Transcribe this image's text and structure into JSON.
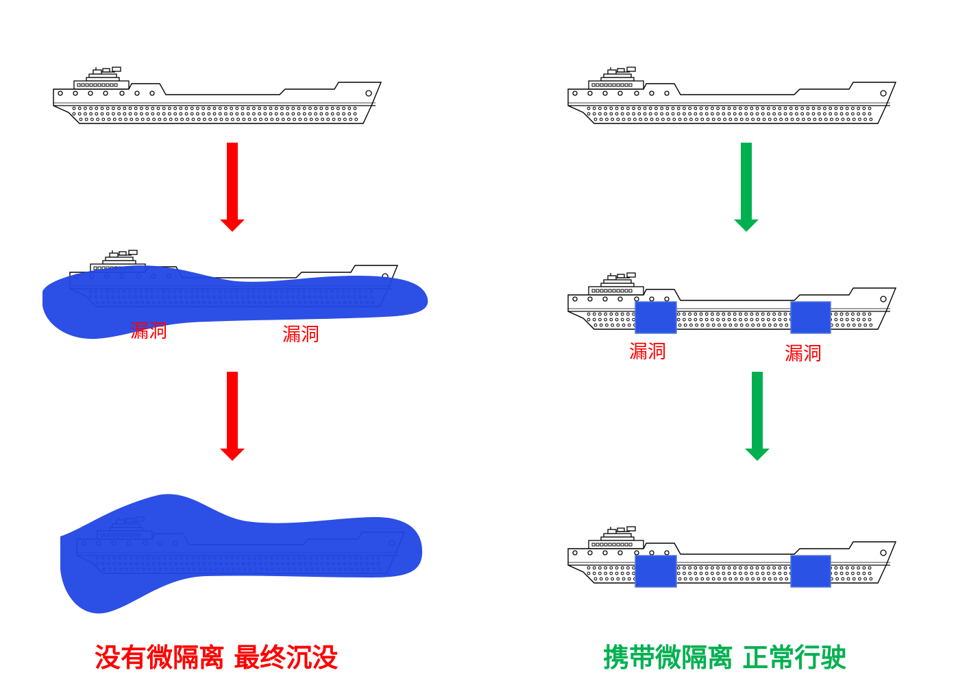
{
  "colors": {
    "fail": "#ff0000",
    "success": "#00b050",
    "water": "#2146e4",
    "compartment": "#2a53e6",
    "ship_line": "#000000",
    "label_red": "#ff0000"
  },
  "left": {
    "hole_labels": [
      "漏洞",
      "漏洞"
    ],
    "caption": "没有微隔离 最终沉没"
  },
  "right": {
    "hole_labels": [
      "漏洞",
      "漏洞"
    ],
    "caption": "携带微隔离 正常行驶"
  }
}
